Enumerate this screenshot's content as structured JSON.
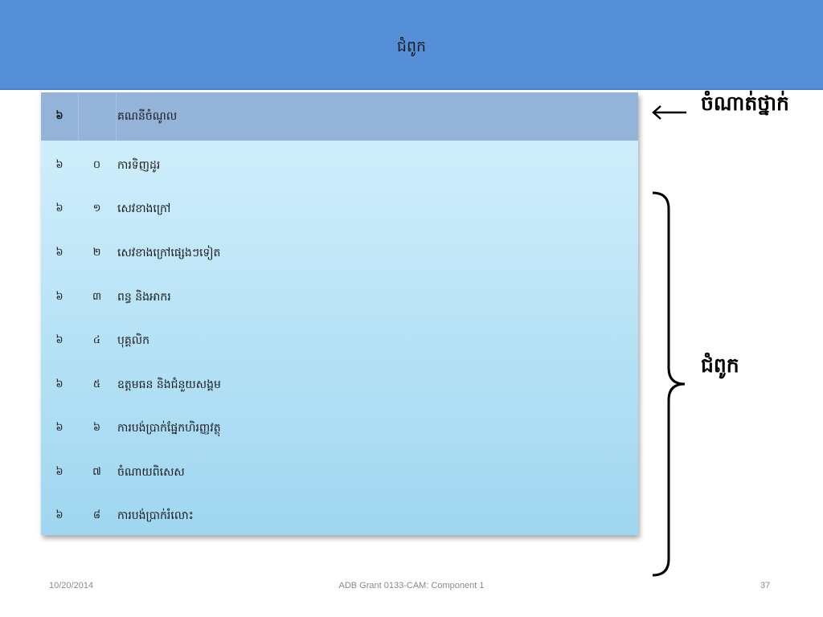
{
  "slide": {
    "title": "ជំពូក",
    "annotation_top": "ចំណាត់ថ្នាក់",
    "annotation_chapter": "ជំពូក"
  },
  "table": {
    "header": {
      "col1": "៦",
      "col2": "",
      "col3": "គណនីចំណូល"
    },
    "rows": [
      {
        "col1": "៦",
        "col2": "០",
        "col3": "ការទិញដូរ"
      },
      {
        "col1": "៦",
        "col2": "១",
        "col3": "សេវខាងក្រៅ"
      },
      {
        "col1": "៦",
        "col2": "២",
        "col3": "សេវខាងក្រៅផ្សេងៗទៀត"
      },
      {
        "col1": "៦",
        "col2": "៣",
        "col3": "ពន្ធ និងអាករ"
      },
      {
        "col1": "៦",
        "col2": "៤",
        "col3": "បុគ្គលិក"
      },
      {
        "col1": "៦",
        "col2": "៥",
        "col3": "ឧត្តមធន និងជំនួយសង្គម"
      },
      {
        "col1": "៦",
        "col2": "៦",
        "col3": "ការបង់ប្រាក់ផ្នែកហិរញ្ញវត្ថុ"
      },
      {
        "col1": "៦",
        "col2": "៧",
        "col3": "ចំណាយពិសេស"
      },
      {
        "col1": "៦",
        "col2": "៨",
        "col3": "ការបង់ប្រាក់រំលោះ"
      }
    ]
  },
  "footer": {
    "date": "10/20/2014",
    "center": "ADB Grant 0133-CAM: Component 1",
    "page": "37"
  },
  "icons": [
    "left-arrow-icon",
    "right-curly-brace-icon"
  ],
  "colors": {
    "banner": "#558fd8",
    "table_header": "#94b3d9",
    "table_top": "#d5f1fd",
    "table_bottom": "#9fd6f0"
  }
}
